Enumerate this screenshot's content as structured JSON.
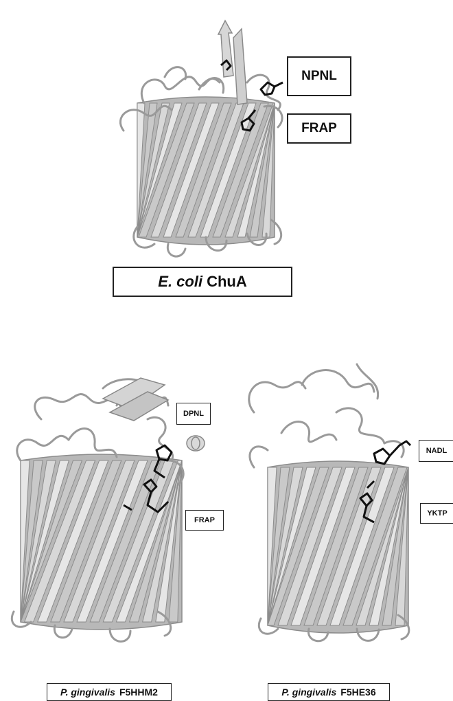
{
  "panels": {
    "ecoli": {
      "caption_species": "E. coli",
      "caption_protein": "ChuA",
      "labels": [
        "NPNL",
        "FRAP"
      ]
    },
    "f5hhm2": {
      "caption_species": "P. gingivalis",
      "caption_protein": "F5HHM2",
      "labels": [
        "DPNL",
        "FRAP"
      ]
    },
    "f5he36": {
      "caption_species": "P. gingivalis",
      "caption_protein": "F5HE36",
      "labels": [
        "NADL",
        "YKTP"
      ]
    }
  },
  "colors": {
    "strand_fill": "#c9c9c9",
    "strand_dark": "#8c8c8c",
    "strand_light": "#e6e6e6",
    "loop": "#9a9a9a",
    "ligand": "#111111"
  }
}
